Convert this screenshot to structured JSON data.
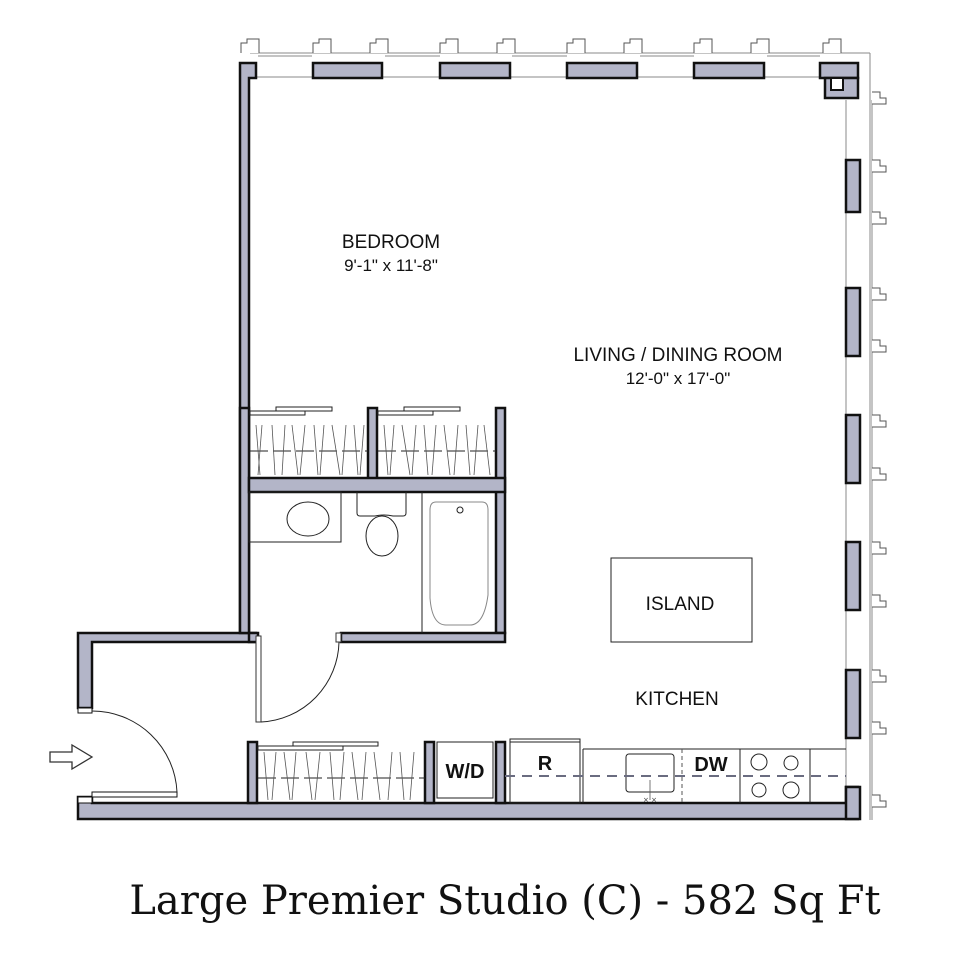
{
  "plan": {
    "title": "Large Premier Studio (C) - 582 Sq Ft",
    "unit_name": "Large Premier Studio (C)",
    "area": "582 Sq Ft",
    "colors": {
      "wall_fill": "#b3b5c8",
      "wall_outline": "#111111",
      "background": "#ffffff"
    },
    "rooms": {
      "bedroom": {
        "name": "BEDROOM",
        "dimensions": "9'-1\" x 11'-8\""
      },
      "living": {
        "name": "LIVING / DINING ROOM",
        "dimensions": "12'-0\" x 17'-0\""
      },
      "kitchen": {
        "name": "KITCHEN"
      }
    },
    "fixtures": {
      "island": "ISLAND",
      "washer_dryer": "W/D",
      "refrigerator": "R",
      "dishwasher": "DW"
    },
    "entry_arrow": "entry-arrow-icon"
  }
}
